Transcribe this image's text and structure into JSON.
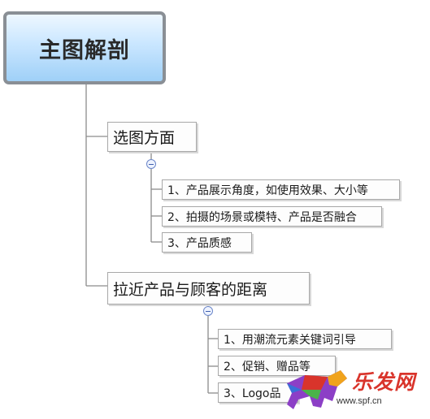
{
  "root": {
    "label": "主图解剖"
  },
  "branches": [
    {
      "label": "选图方面",
      "items": [
        "1、产品展示角度，如使用效果、大小等",
        "2、拍摄的场景或模特、产品是否融合",
        "3、产品质感"
      ]
    },
    {
      "label": "拉近产品与顾客的距离",
      "items": [
        "1、用潮流元素关键词引导",
        "2、促销、赠品等",
        "3、Logo品"
      ]
    }
  ],
  "watermark": {
    "text": "乐发网",
    "url": "www.spf.cn",
    "colors": [
      "#d9342b",
      "#f0a31c",
      "#4bb34a",
      "#3a6fd8",
      "#8c3fc6"
    ]
  },
  "colors": {
    "root_border": "#8a8f95",
    "root_fill": "#b7dcfb",
    "connector": "#8c8c8c",
    "node_border": "#a8a8a8"
  }
}
